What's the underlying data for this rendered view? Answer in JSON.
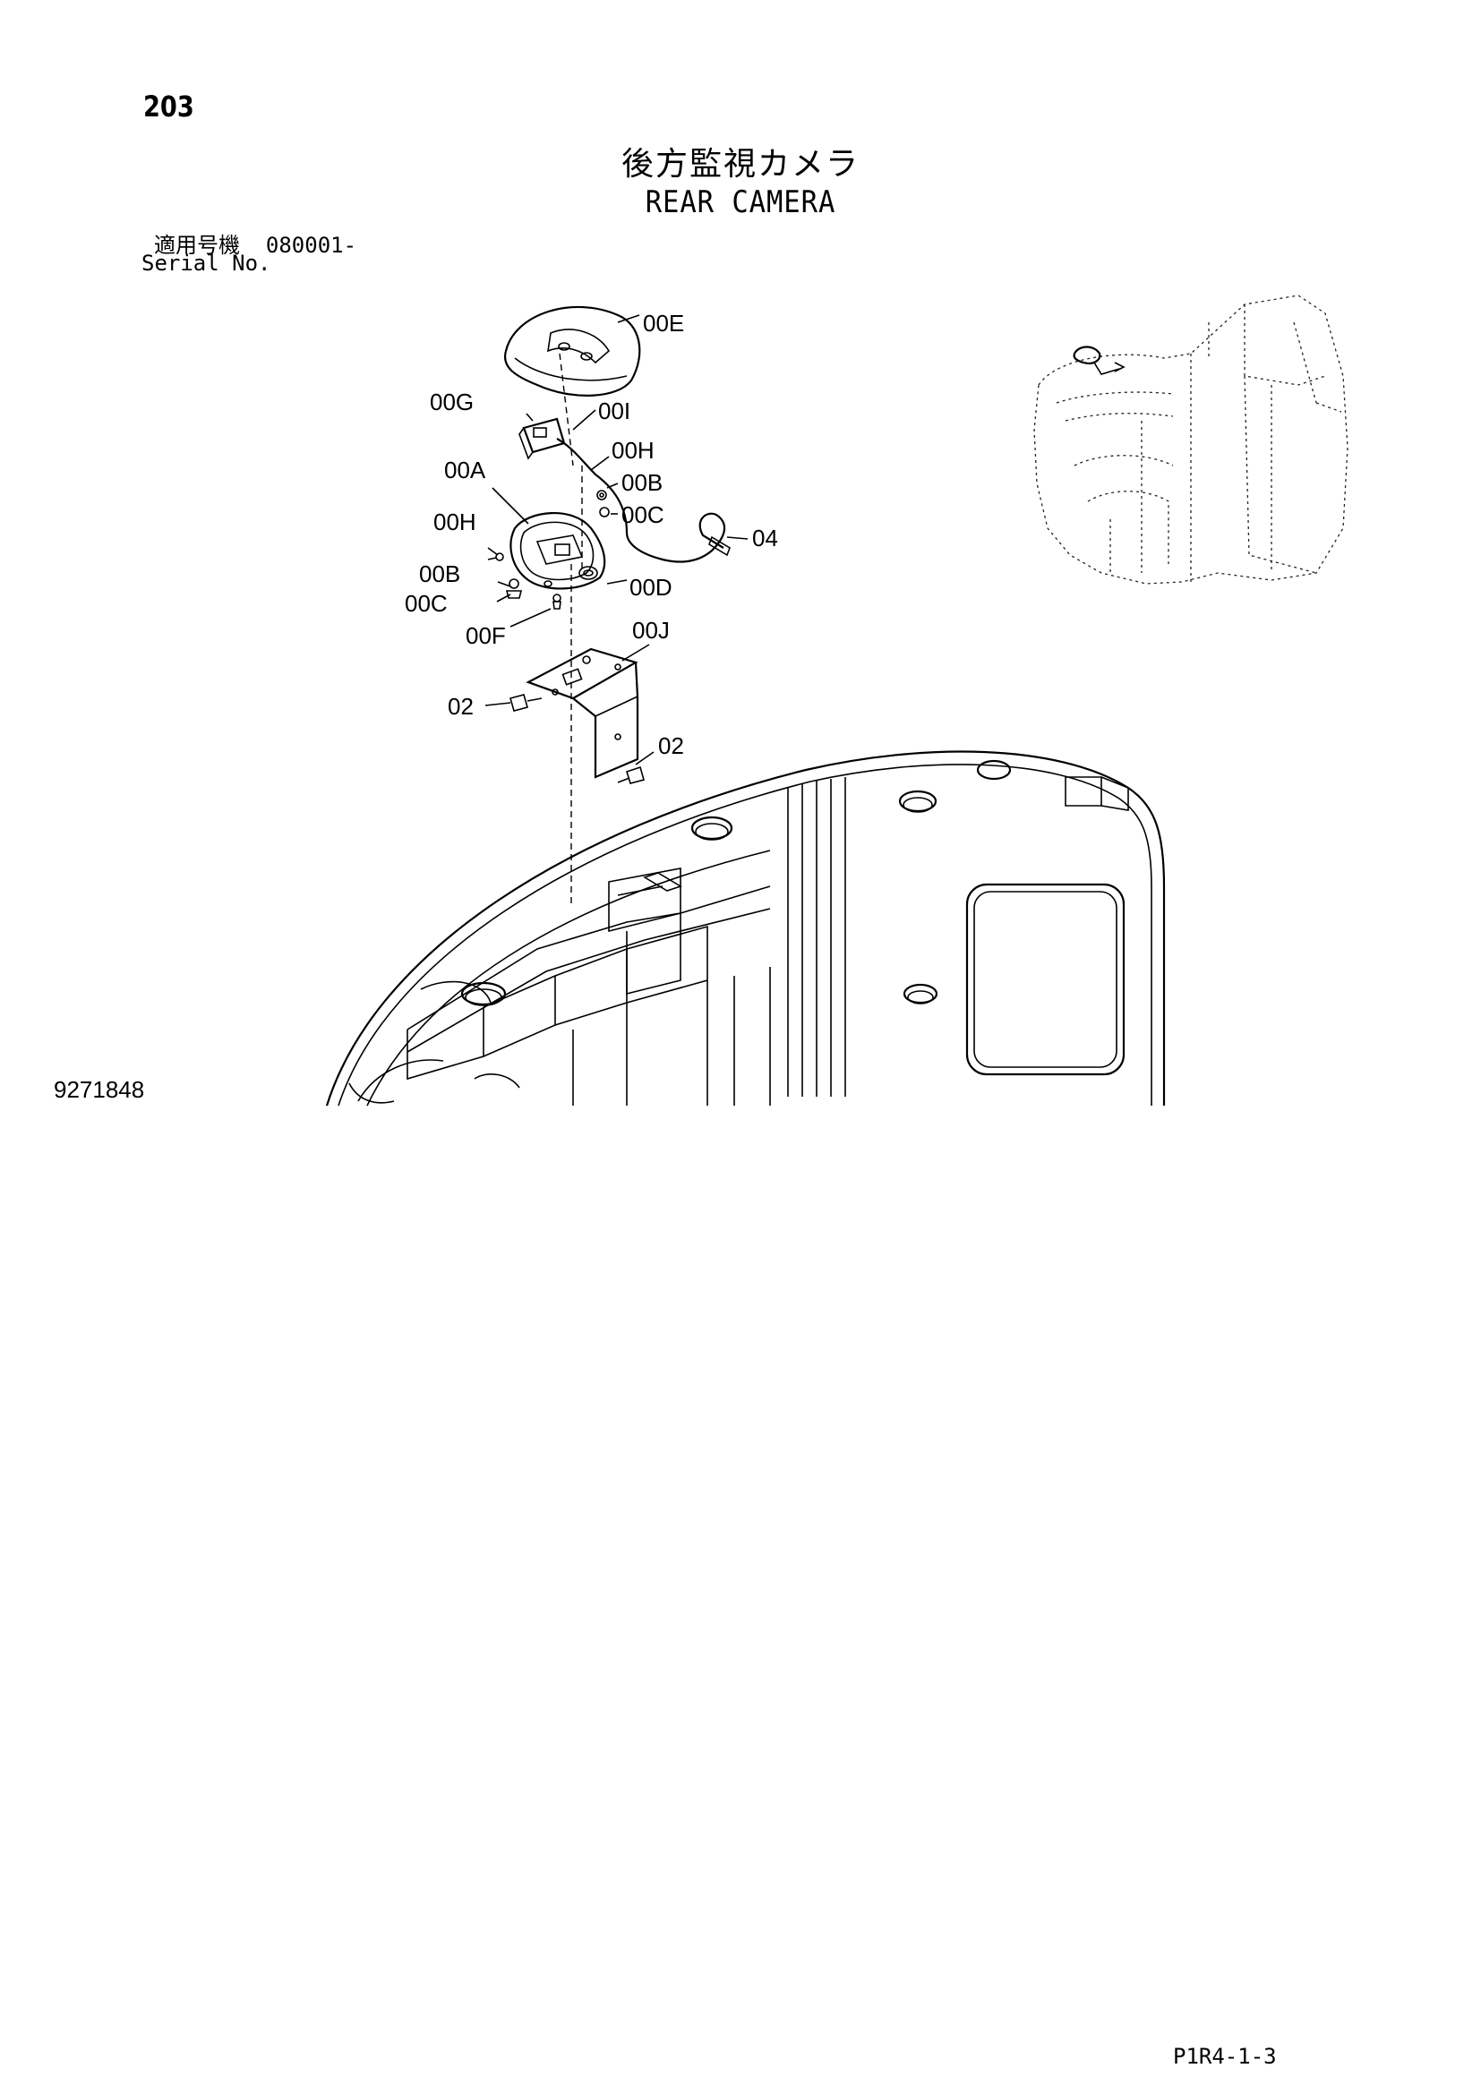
{
  "page_number": "203",
  "title_ja": "後方監視カメラ",
  "title_en": "REAR CAMERA",
  "serial": {
    "label_ja": "適用号機",
    "label_en": "Serial No.",
    "value": "080001-"
  },
  "callouts": {
    "c00E": "00E",
    "c00G": "00G",
    "c00I": "00I",
    "c00H_top": "00H",
    "c00A": "00A",
    "c00B_top": "00B",
    "c00C_top": "00C",
    "c04": "04",
    "c00H_left": "00H",
    "c00B_left": "00B",
    "c00C_left": "00C",
    "c00D": "00D",
    "c00F": "00F",
    "c00J": "00J",
    "c02_left": "02",
    "c02_right": "02"
  },
  "drawing_id": "9271848",
  "page_ref": "P1R4-1-3"
}
